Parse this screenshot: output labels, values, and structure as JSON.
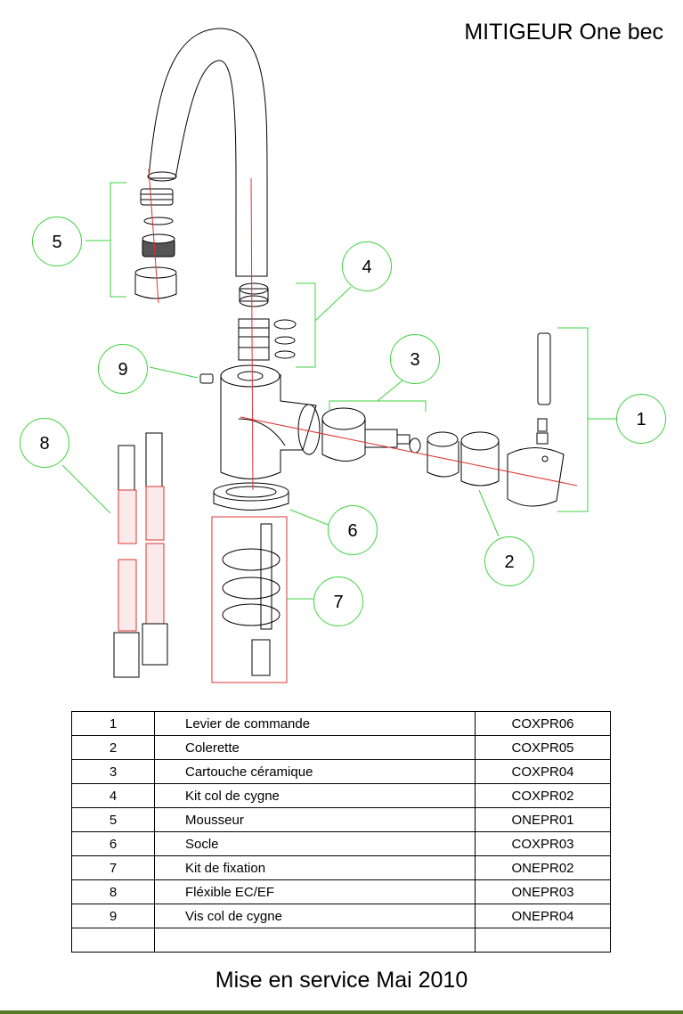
{
  "title": "MITIGEUR One bec",
  "callouts": [
    {
      "num": "1"
    },
    {
      "num": "2"
    },
    {
      "num": "3"
    },
    {
      "num": "4"
    },
    {
      "num": "5"
    },
    {
      "num": "6"
    },
    {
      "num": "7"
    },
    {
      "num": "8"
    },
    {
      "num": "9"
    }
  ],
  "parts_table": {
    "rows": [
      {
        "num": "1",
        "name": "Levier de commande",
        "ref": "COXPR06"
      },
      {
        "num": "2",
        "name": "Colerette",
        "ref": "COXPR05"
      },
      {
        "num": "3",
        "name": "Cartouche céramique",
        "ref": "COXPR04"
      },
      {
        "num": "4",
        "name": "Kit col de cygne",
        "ref": "COXPR02"
      },
      {
        "num": "5",
        "name": "Mousseur",
        "ref": "ONEPR01"
      },
      {
        "num": "6",
        "name": "Socle",
        "ref": "COXPR03"
      },
      {
        "num": "7",
        "name": "Kit de fixation",
        "ref": "ONEPR02"
      },
      {
        "num": "8",
        "name": "Fléxible EC/EF",
        "ref": "ONEPR03"
      },
      {
        "num": "9",
        "name": "Vis col de cygne",
        "ref": "ONEPR04"
      },
      {
        "num": "",
        "name": "",
        "ref": ""
      }
    ]
  },
  "footer": "Mise en service Mai 2010",
  "colors": {
    "callout_line": "#3fd13f",
    "axis_line": "#e03030",
    "hose_mesh": "#e03030"
  }
}
